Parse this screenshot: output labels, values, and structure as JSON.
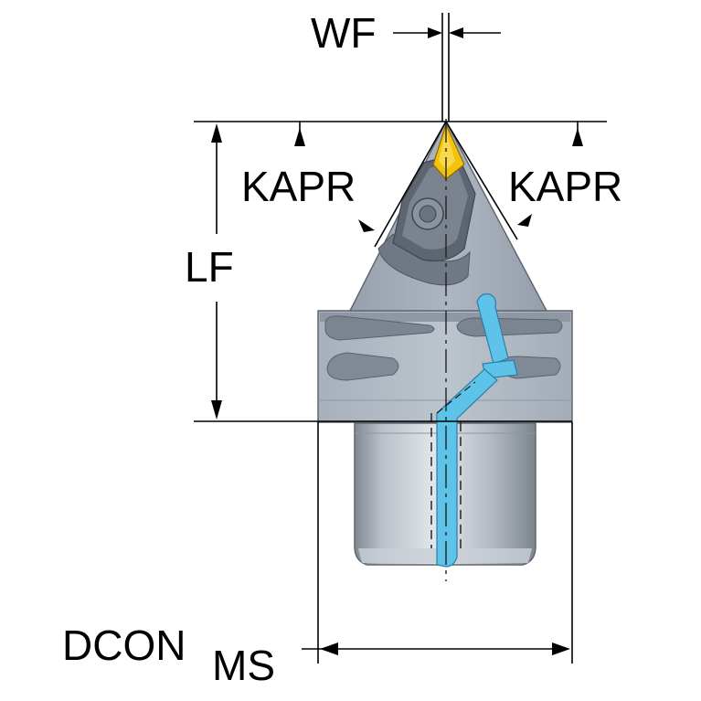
{
  "labels": {
    "wf": "WF",
    "kapr_left": "KAPR",
    "kapr_right": "KAPR",
    "lf": "LF",
    "dcon_main": "DCON",
    "dcon_sub": "MS"
  },
  "colors": {
    "background": "#ffffff",
    "line": "#000000",
    "body_light": "#b8c0ca",
    "body_mid": "#98a1ad",
    "body_dark": "#6e7782",
    "shank_light": "#dfe3e8",
    "shank_dark": "#8c949e",
    "insert_yellow": "#f4c20d",
    "coolant_blue": "#5ec3e8"
  }
}
